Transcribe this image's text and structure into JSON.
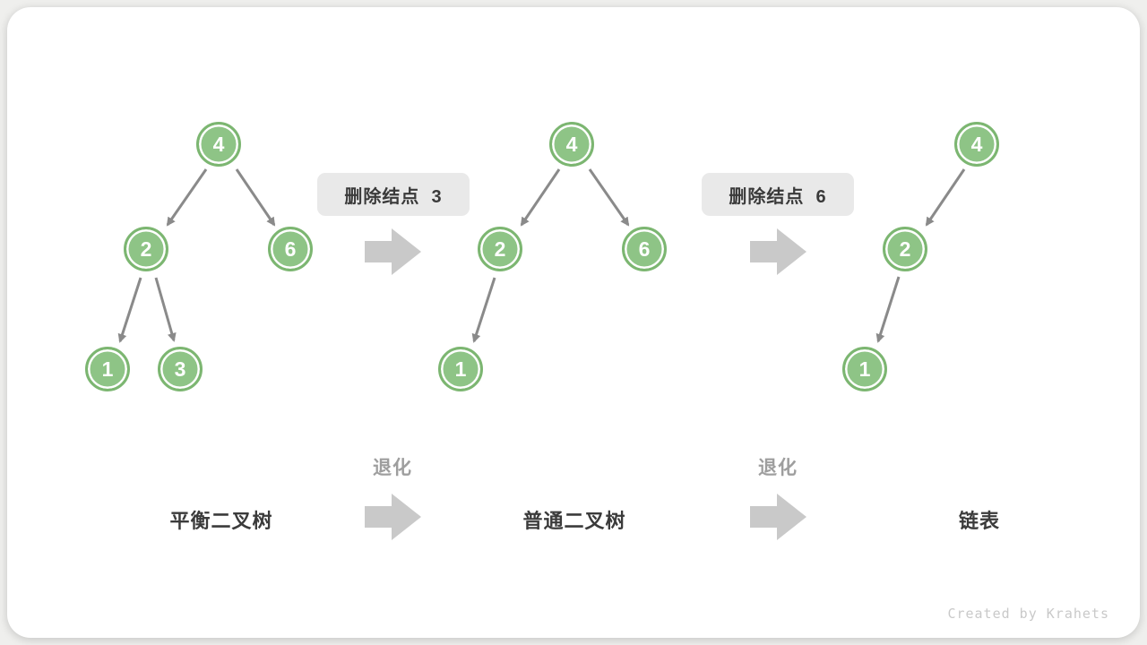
{
  "diagram": {
    "title_hint": "AVL tree degradation",
    "trees": [
      {
        "name": "平衡二叉树",
        "nodes": [
          {
            "value": "4"
          },
          {
            "value": "2"
          },
          {
            "value": "6"
          },
          {
            "value": "1"
          },
          {
            "value": "3"
          }
        ],
        "edges": [
          [
            "4",
            "2"
          ],
          [
            "4",
            "6"
          ],
          [
            "2",
            "1"
          ],
          [
            "2",
            "3"
          ]
        ]
      },
      {
        "name": "普通二叉树",
        "nodes": [
          {
            "value": "4"
          },
          {
            "value": "2"
          },
          {
            "value": "6"
          },
          {
            "value": "1"
          }
        ],
        "edges": [
          [
            "4",
            "2"
          ],
          [
            "4",
            "6"
          ],
          [
            "2",
            "1"
          ]
        ]
      },
      {
        "name": "链表",
        "nodes": [
          {
            "value": "4"
          },
          {
            "value": "2"
          },
          {
            "value": "1"
          }
        ],
        "edges": [
          [
            "4",
            "2"
          ],
          [
            "2",
            "1"
          ]
        ]
      }
    ],
    "step_labels": [
      "删除结点  3",
      "删除结点  6"
    ],
    "transition_label": "退化",
    "watermark": "Created by Krahets",
    "colors": {
      "node_fill": "#8ec486",
      "node_border": "#7cb671",
      "edge_gray": "#8a8a8a",
      "block_arrow_gray": "#c9c9c9",
      "label_box_bg": "#e9e9e9",
      "text_dark": "#3b3b3b",
      "text_gray": "#9e9e9e"
    }
  }
}
